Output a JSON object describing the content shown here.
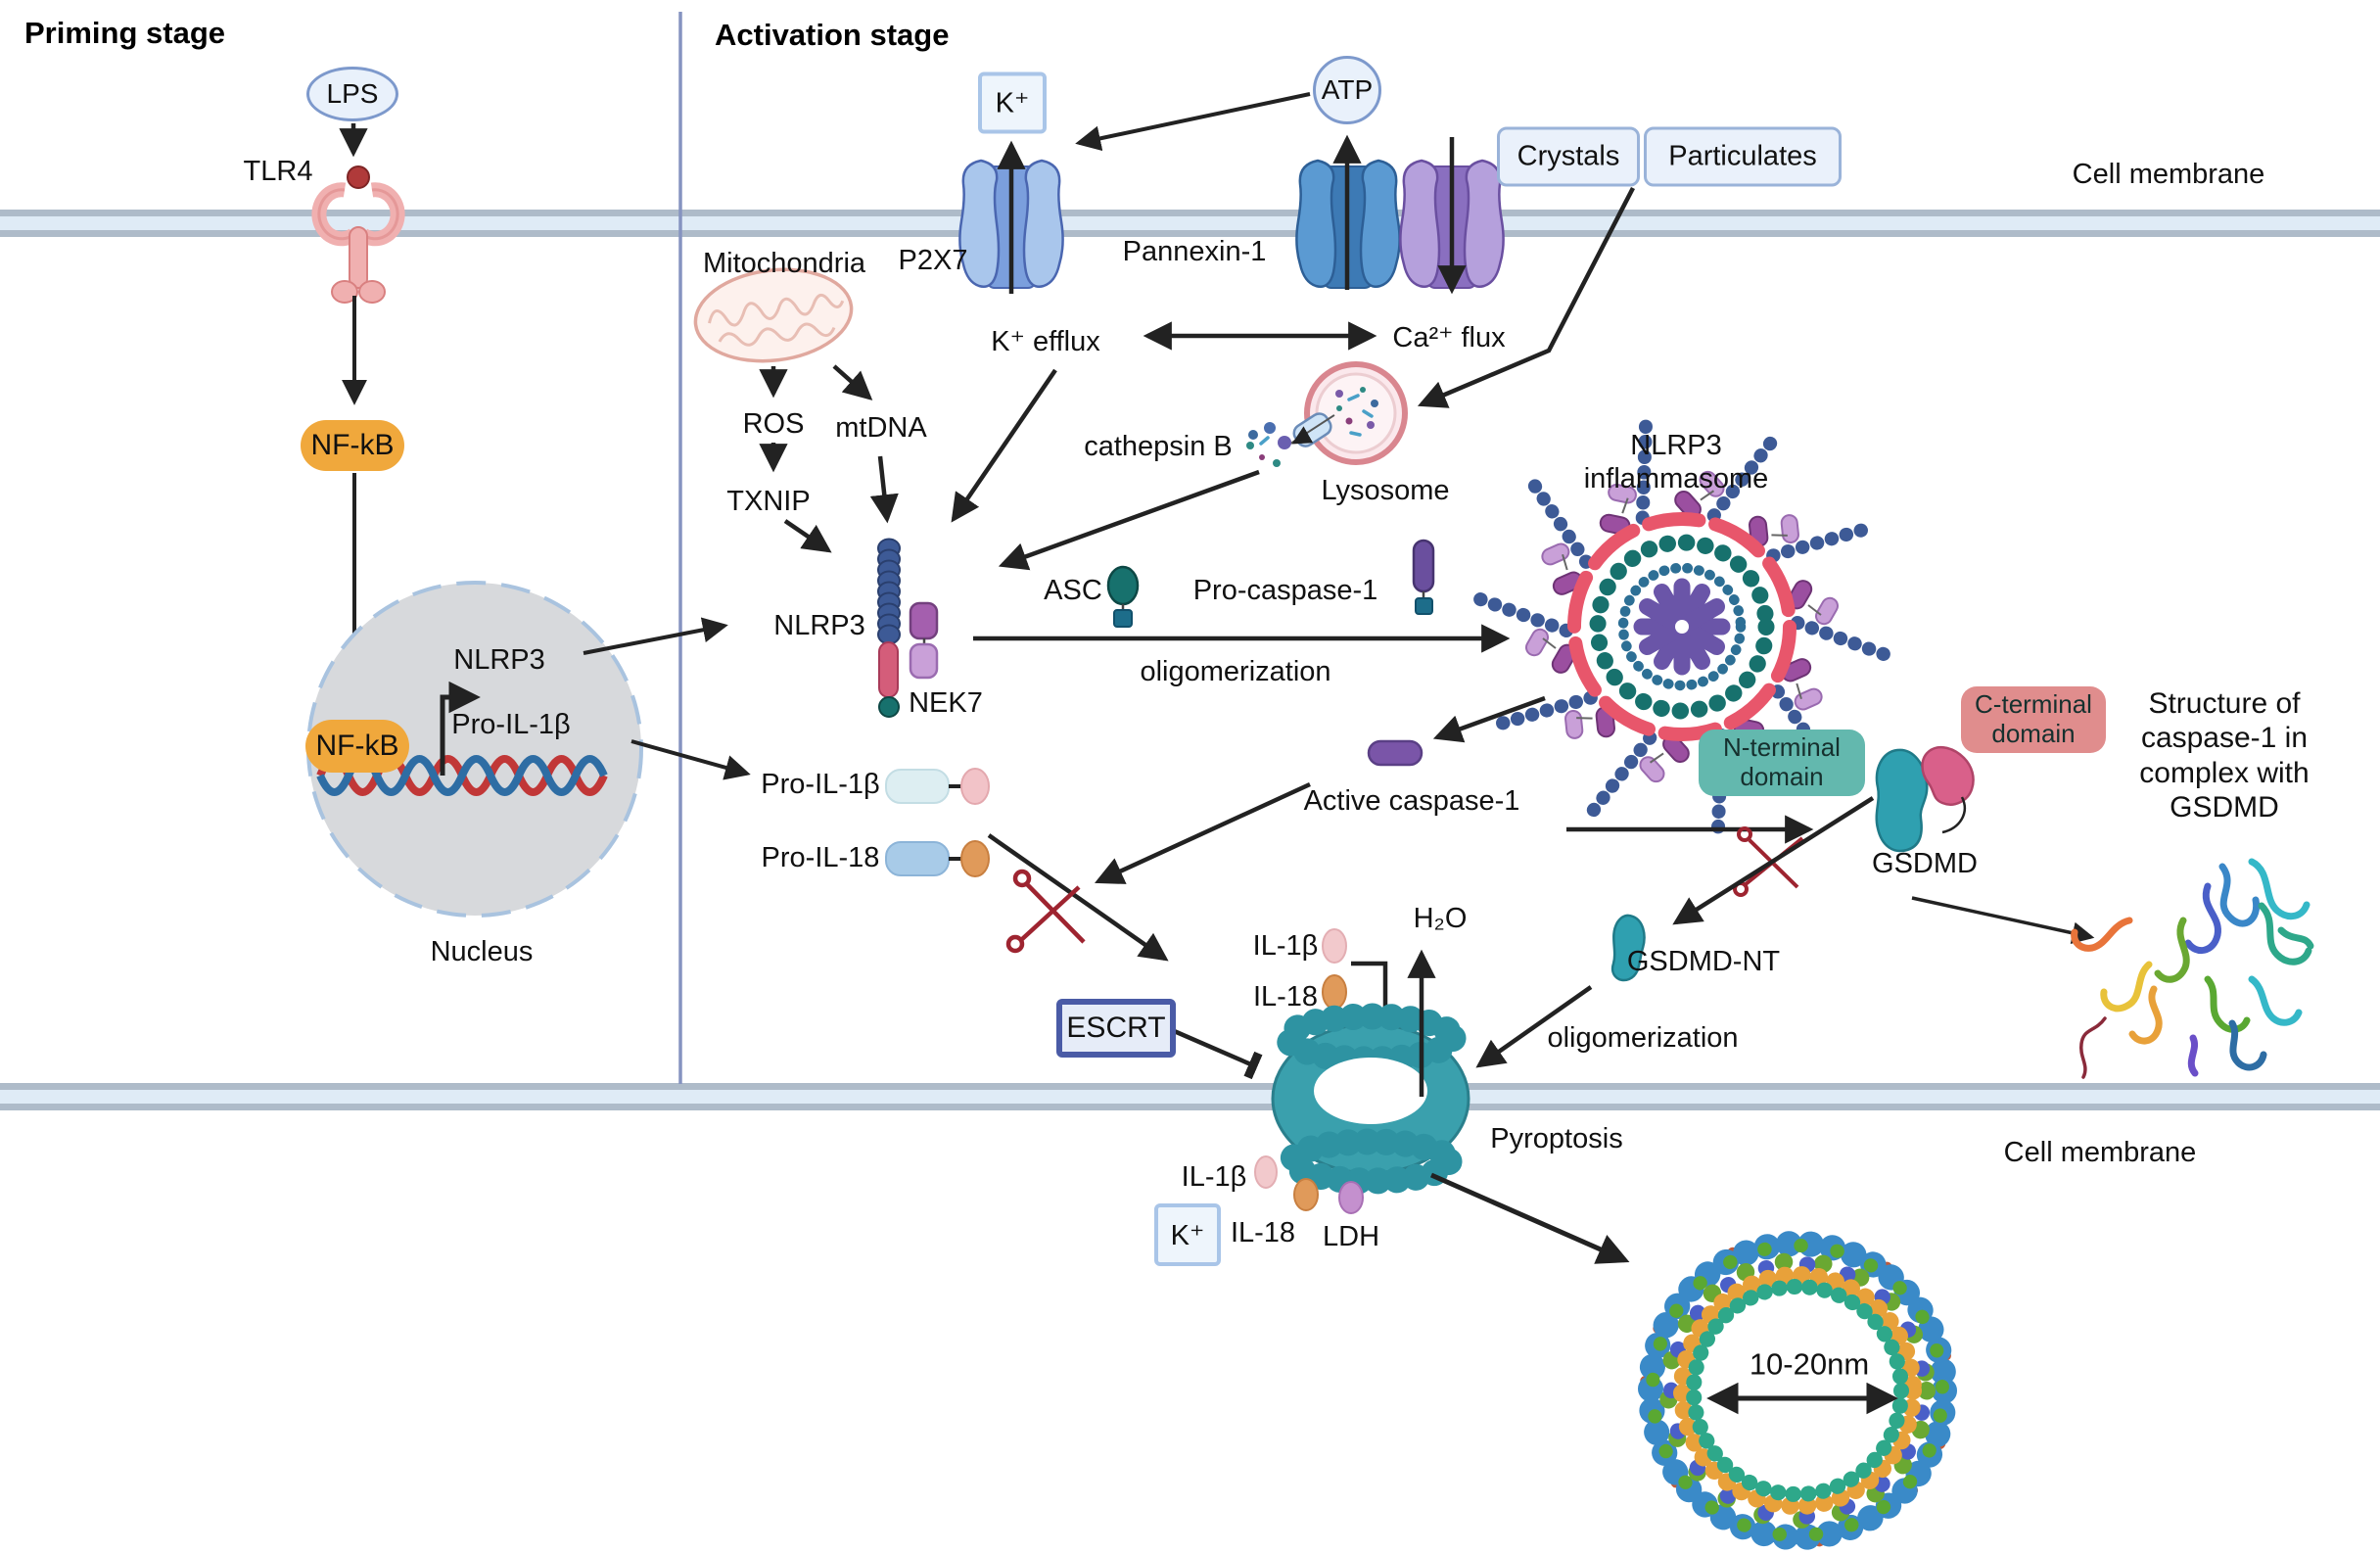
{
  "stages": {
    "priming": "Priming stage",
    "activation": "Activation stage"
  },
  "membrane": {
    "top": "Cell membrane",
    "bottom": "Cell membrane"
  },
  "priming": {
    "lps": "LPS",
    "tlr4": "TLR4",
    "nfkb": "NF-kB",
    "nfkb_nuclear": "NF-kB",
    "nlrp3_gene": "NLRP3",
    "pro_il1b_gene": "Pro-IL-1β",
    "nucleus": "Nucleus"
  },
  "channels": {
    "k_ion": "K⁺",
    "atp": "ATP",
    "p2x7": "P2X7",
    "pannexin1": "Pannexin-1"
  },
  "stimuli": {
    "crystals": "Crystals",
    "particulates": "Particulates"
  },
  "mito": {
    "label": "Mitochondria",
    "ros": "ROS",
    "mtdna": "mtDNA",
    "txnip": "TXNIP"
  },
  "flux": {
    "k_efflux": "K⁺ efflux",
    "ca_flux": "Ca²⁺ flux"
  },
  "lysosome": {
    "label": "Lysosome",
    "cathepsin_b": "cathepsin B"
  },
  "complex": {
    "nlrp3": "NLRP3",
    "nek7": "NEK7",
    "asc": "ASC",
    "pro_caspase1": "Pro-caspase-1",
    "oligomerization": "oligomerization",
    "inflammasome": [
      "NLRP3",
      "inflammasome"
    ]
  },
  "caspase": {
    "active": "Active caspase-1",
    "pro_il1b": "Pro-IL-1β",
    "pro_il18": "Pro-IL-18",
    "il1b": "IL-1β",
    "il18": "IL-18"
  },
  "gsdmd": {
    "label": "GSDMD",
    "nt": "GSDMD-NT",
    "n_terminal": [
      "N-terminal",
      "domain"
    ],
    "c_terminal": [
      "C-terminal",
      "domain"
    ],
    "oligomerization": "oligomerization",
    "structure_caption": [
      "Structure of",
      "caspase-1 in",
      "complex with",
      "GSDMD"
    ]
  },
  "pyroptosis": {
    "label": "Pyroptosis",
    "h2o": "H₂O",
    "escrt": "ESCRT",
    "il1b": "IL-1β",
    "il18": "IL-18",
    "ldh": "LDH",
    "k_ion": "K⁺",
    "pore_diameter": "10-20nm"
  },
  "colors": {
    "membrane_band": "#aebbc9",
    "membrane_fill": "#dfebf6",
    "divider_blue": "#8593c0",
    "nfkb_pill": "#f0a83c",
    "nucleus_fill": "#d7d9dc",
    "dna_red": "#c13737",
    "dna_blue": "#2e6da4",
    "asc_teal": "#17716d",
    "caspase_purple": "#6a4f9e",
    "nek7_purple": "#a45fae",
    "nlrp3_bead_blue": "#3d5a96",
    "inflammasome_ring_pink": "#e8566b",
    "pore_teal": "#3aa0ad",
    "gsdmd_ct_pink": "#d9608a",
    "n_terminal_box": "#63b8ae",
    "c_terminal_box": "#e08d8d",
    "il1b_pink": "#f2c3c8",
    "il18_orange": "#e09a5a",
    "ldh_purple": "#c490ce",
    "box_blue_border": "#9ab3d9",
    "escrt_border": "#4a5ba6",
    "scissors_red": "#9e2430",
    "tlr4_pink": "#f0b0b0",
    "lysosome_pink": "#d9868f"
  }
}
